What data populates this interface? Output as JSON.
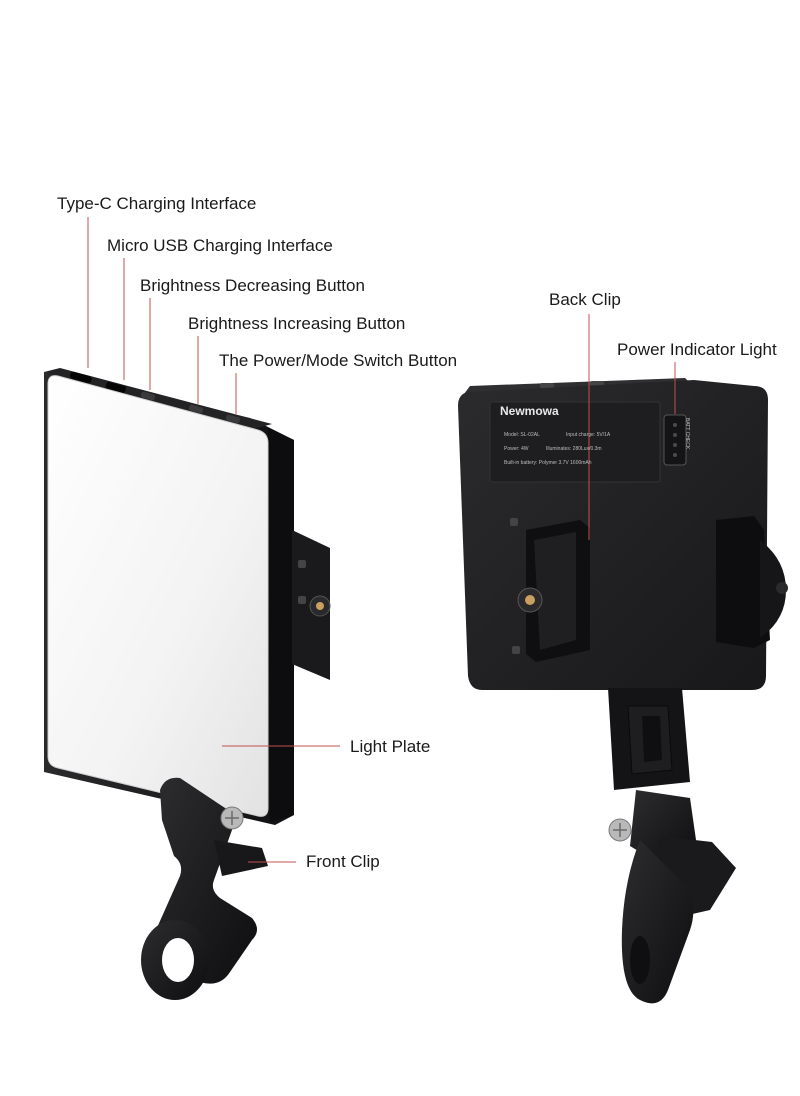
{
  "labels": {
    "type_c": "Type-C Charging Interface",
    "micro_usb": "Micro USB Charging Interface",
    "brightness_decrease": "Brightness Decreasing Button",
    "brightness_increase": "Brightness Increasing Button",
    "power_mode": "The Power/Mode Switch Button",
    "light_plate": "Light Plate",
    "front_clip": "Front Clip",
    "back_clip": "Back Clip",
    "power_indicator": "Power Indicator Light"
  },
  "back_panel": {
    "brand": "Newmowa",
    "model": "Model: SL-02AL",
    "input": "Input charge: 5V/1A",
    "power": "Power: 4W",
    "illuminates": "Illuminates: 280Lux/0.3m",
    "battery": "Built-in battery: Polymer 3.7V 1600mAh",
    "batt_check": "BATT CHECK"
  },
  "colors": {
    "leader_line": "#c0504d",
    "device_body": "#1c1c1e",
    "light_plate": "#f4f4f4",
    "text": "#1a1a1a"
  }
}
